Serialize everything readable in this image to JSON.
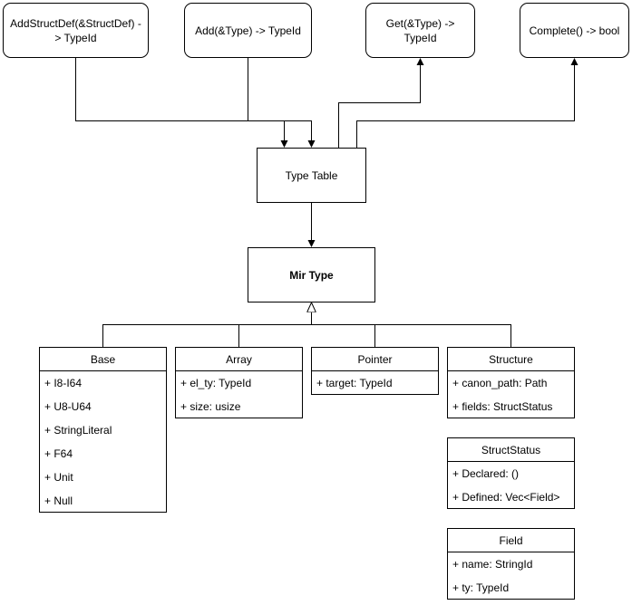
{
  "operations": [
    {
      "label": "AddStructDef(&StructDef) -> TypeId"
    },
    {
      "label": "Add(&Type) -> TypeId"
    },
    {
      "label": "Get(&Type) -> TypeId"
    },
    {
      "label": "Complete() -> bool"
    }
  ],
  "type_table": {
    "label": "Type Table"
  },
  "mir_type": {
    "label": "Mir Type"
  },
  "classes": {
    "base": {
      "name": "Base",
      "fields": [
        "+ I8-I64",
        "+ U8-U64",
        "+ StringLiteral",
        "+ F64",
        "+ Unit",
        "+ Null"
      ]
    },
    "array": {
      "name": "Array",
      "fields": [
        "+ el_ty: TypeId",
        "+ size: usize"
      ]
    },
    "pointer": {
      "name": "Pointer",
      "fields": [
        "+ target: TypeId"
      ]
    },
    "structure": {
      "name": "Structure",
      "fields": [
        "+ canon_path: Path",
        "+ fields: StructStatus"
      ]
    },
    "struct_status": {
      "name": "StructStatus",
      "fields": [
        "+ Declared: ()",
        "+ Defined: Vec<Field>"
      ]
    },
    "field": {
      "name": "Field",
      "fields": [
        "+ name: StringId",
        "+ ty: TypeId"
      ]
    }
  }
}
